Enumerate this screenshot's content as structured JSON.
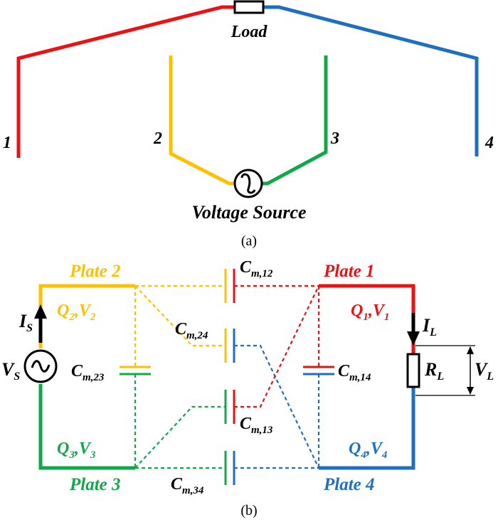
{
  "colors": {
    "red": "#ee1111",
    "blue": "#1f6fc1",
    "yellow": "#ffc000",
    "green": "#11a84a",
    "black": "#000000"
  },
  "panel_a": {
    "load": "Load",
    "wire_1": "1",
    "wire_2": "2",
    "wire_3": "3",
    "wire_4": "4",
    "voltage_source": "Voltage Source",
    "caption": "(a)"
  },
  "panel_b": {
    "plate_1": "Plate 1",
    "plate_2": "Plate 2",
    "plate_3": "Plate 3",
    "plate_4": "Plate 4",
    "q1": {
      "main": "Q",
      "sub": "1",
      "sep": ",",
      "vmain": "V",
      "vsub": "1"
    },
    "q2": {
      "main": "Q",
      "sub": "2",
      "sep": ",",
      "vmain": "V",
      "vsub": "2"
    },
    "q3": {
      "main": "Q",
      "sub": "3",
      "sep": ",",
      "vmain": "V",
      "vsub": "3"
    },
    "q4": {
      "main": "Q",
      "sub": "4",
      "sep": ",",
      "vmain": "V",
      "vsub": "4"
    },
    "cm12": {
      "main": "C",
      "sub": "m,12"
    },
    "cm24": {
      "main": "C",
      "sub": "m,24"
    },
    "cm13": {
      "main": "C",
      "sub": "m,13"
    },
    "cm34": {
      "main": "C",
      "sub": "m,34"
    },
    "cm23": {
      "main": "C",
      "sub": "m,23"
    },
    "cm14": {
      "main": "C",
      "sub": "m,14"
    },
    "is": {
      "main": "I",
      "sub": "S"
    },
    "vs": {
      "main": "V",
      "sub": "S"
    },
    "il": {
      "main": "I",
      "sub": "L"
    },
    "rl": {
      "main": "R",
      "sub": "L"
    },
    "vl": {
      "main": "V",
      "sub": "L"
    },
    "caption": "(b)"
  }
}
